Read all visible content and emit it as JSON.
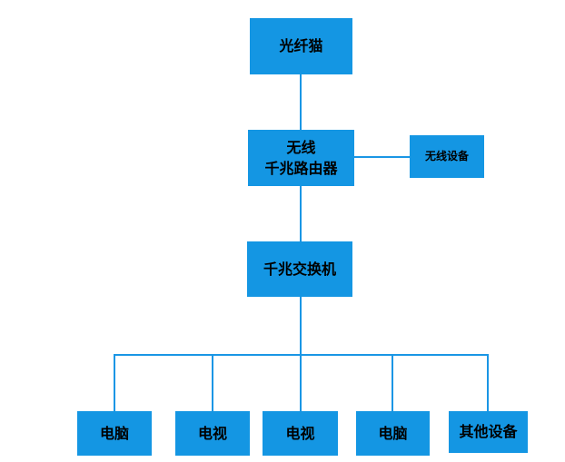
{
  "colors": {
    "node_fill": "#1496e3",
    "line": "#1a96e5",
    "text": "#000000",
    "background": "#ffffff"
  },
  "nodes": {
    "modem": {
      "label": "光纤猫"
    },
    "router": {
      "label_line1": "无线",
      "label_line2": "千兆路由器"
    },
    "wireless_device": {
      "label": "无线设备"
    },
    "switch": {
      "label": "千兆交换机"
    },
    "pc_left": {
      "label": "电脑"
    },
    "tv_left": {
      "label": "电视"
    },
    "tv_center": {
      "label": "电视"
    },
    "pc_right": {
      "label": "电脑"
    },
    "other_devices": {
      "label": "其他设备"
    }
  },
  "edges": [
    {
      "from": "光纤猫",
      "to": "无线千兆路由器"
    },
    {
      "from": "无线千兆路由器",
      "to": "无线设备"
    },
    {
      "from": "无线千兆路由器",
      "to": "千兆交换机"
    },
    {
      "from": "千兆交换机",
      "to": "电脑"
    },
    {
      "from": "千兆交换机",
      "to": "电视"
    },
    {
      "from": "千兆交换机",
      "to": "电视"
    },
    {
      "from": "千兆交换机",
      "to": "电脑"
    },
    {
      "from": "千兆交换机",
      "to": "其他设备"
    }
  ]
}
